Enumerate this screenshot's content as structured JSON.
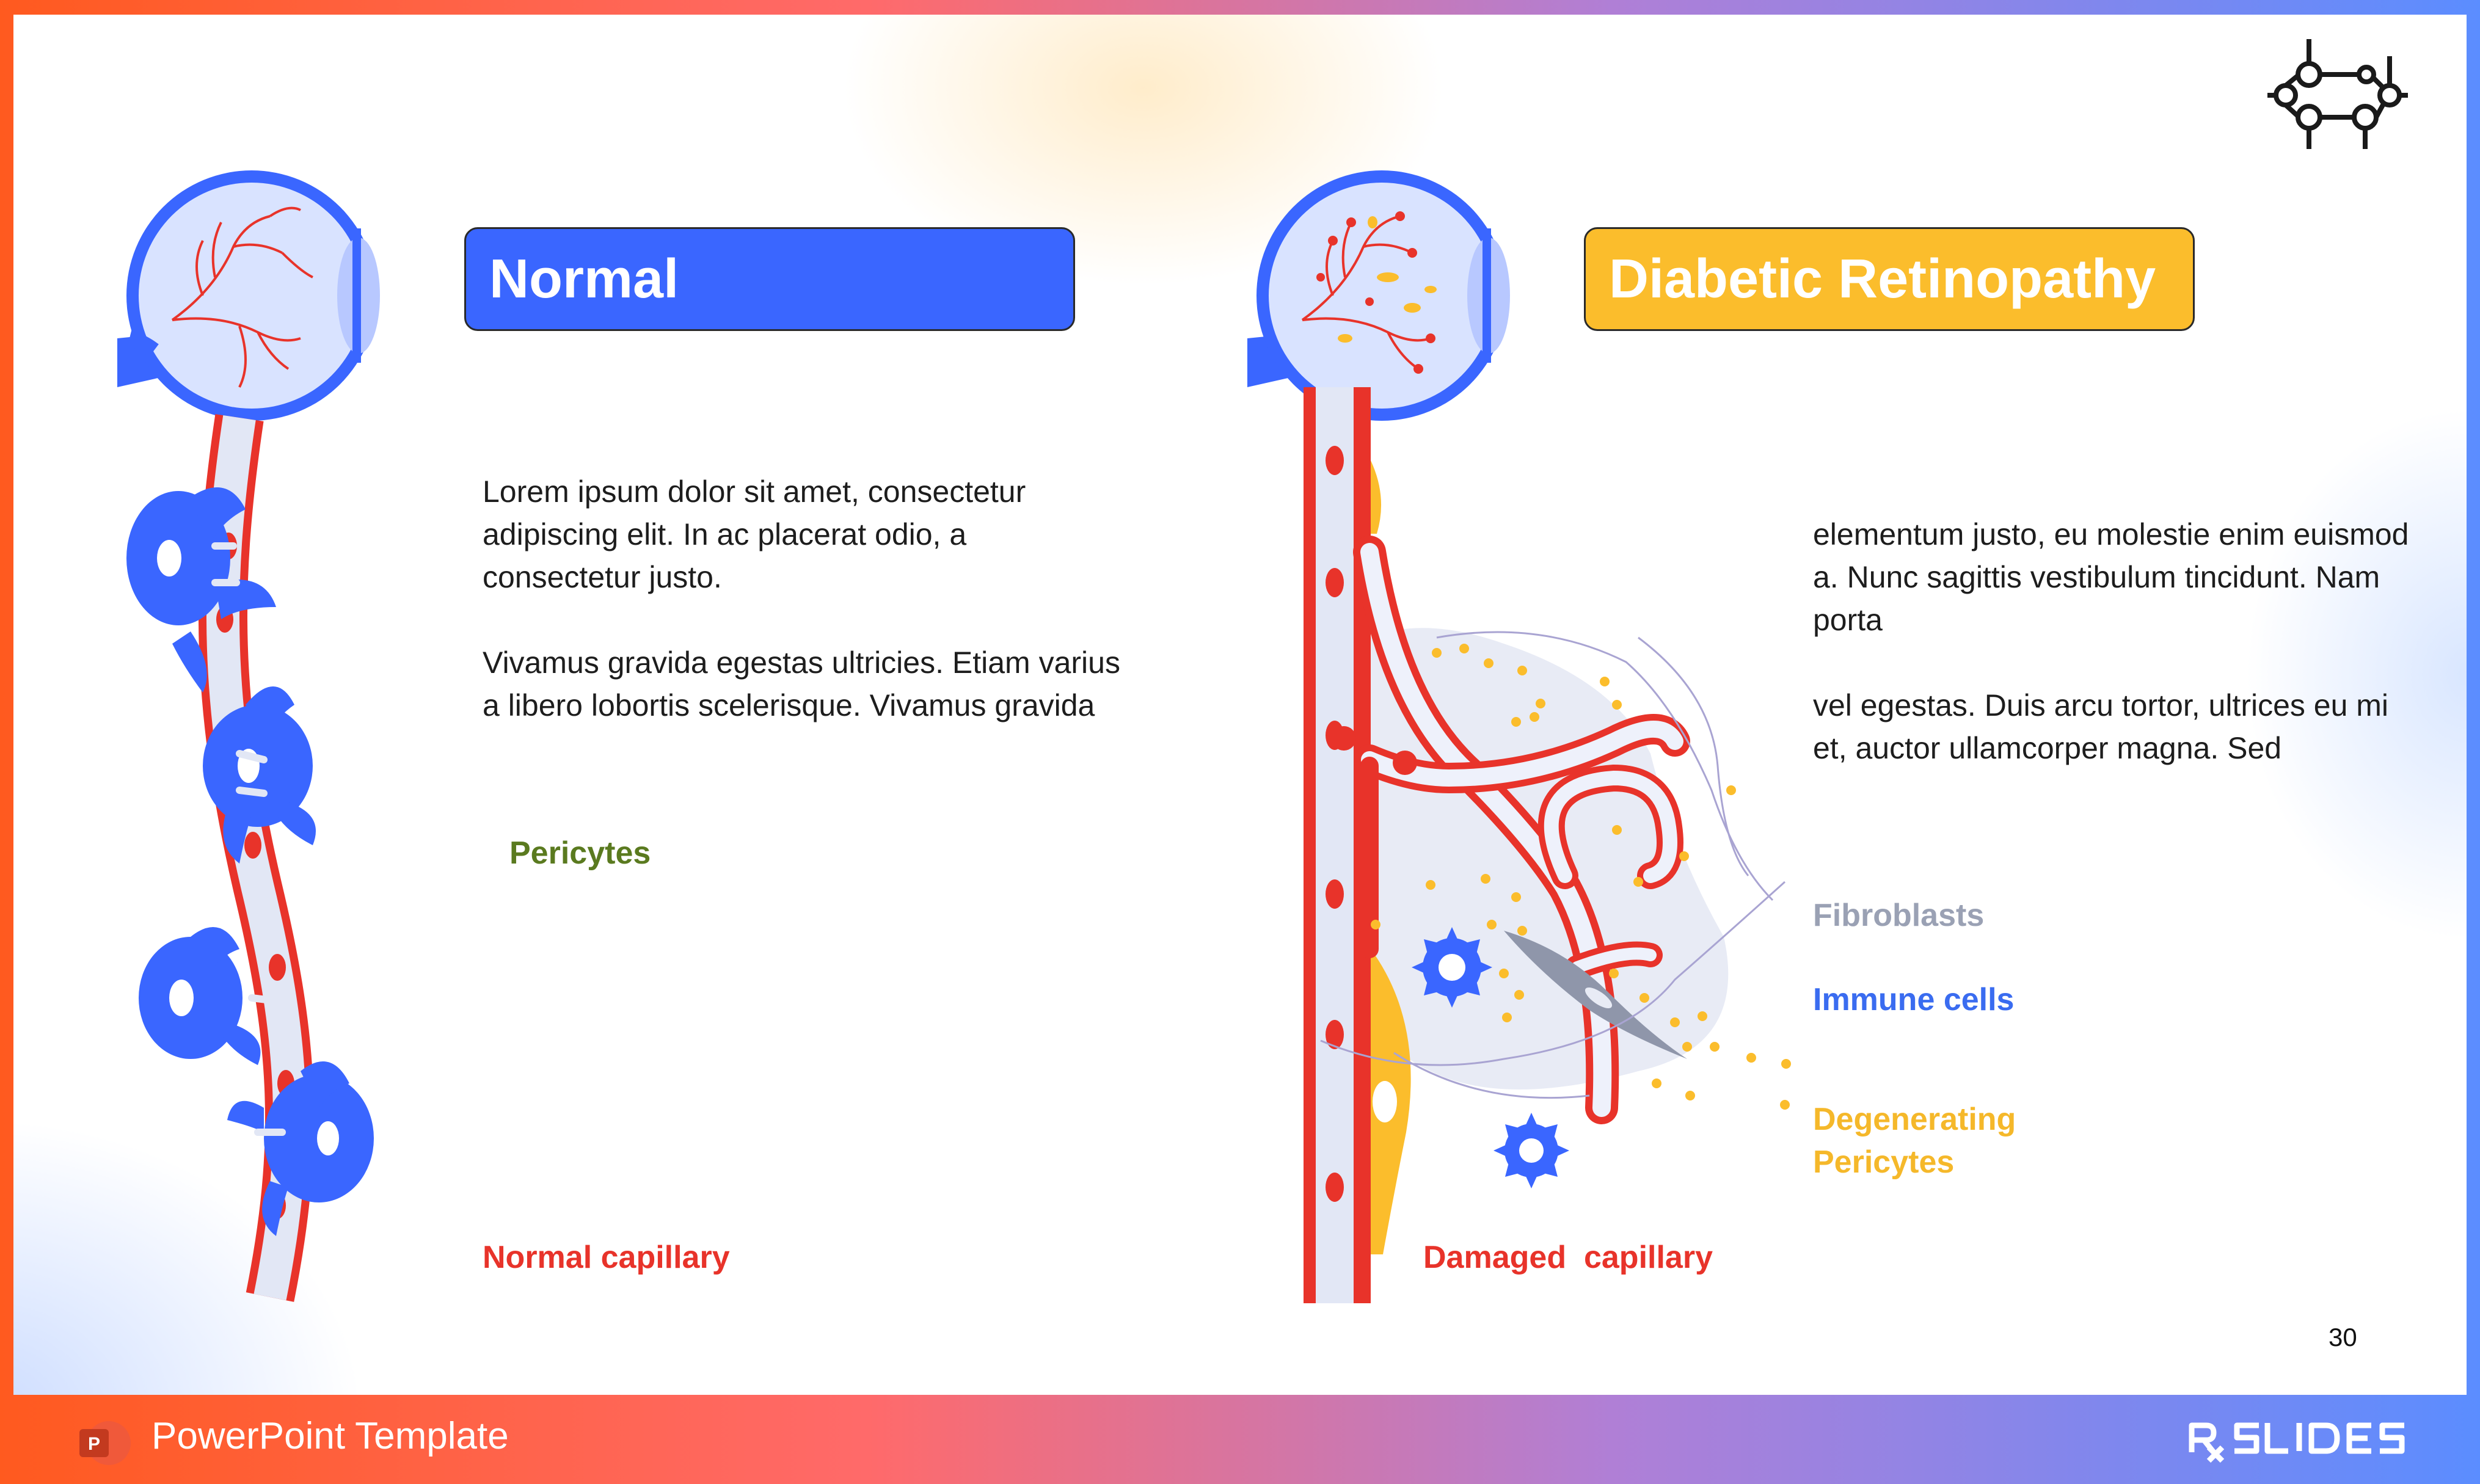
{
  "slide": {
    "page_number": "30",
    "left_panel": {
      "header": "Normal",
      "paragraph_1": "Lorem ipsum dolor sit amet, consectetur adipiscing elit. In ac placerat odio, a consectetur justo.",
      "paragraph_2": "Vivamus gravida egestas ultricies. Etiam varius a libero lobortis scelerisque. Vivamus gravida",
      "label_pericytes": "Pericytes",
      "label_capillary": "Normal capillary"
    },
    "right_panel": {
      "header": "Diabetic Retinopathy",
      "paragraph_1": "elementum justo, eu molestie enim euismod a. Nunc sagittis vestibulum tincidunt. Nam porta",
      "paragraph_2": "vel egestas. Duis arcu tortor, ultrices eu mi et, auctor ullamcorper magna. Sed",
      "label_fibroblasts": "Fibroblasts",
      "label_immune": "Immune cells",
      "label_degenerating_line1": "Degenerating",
      "label_degenerating_line2": "Pericytes",
      "label_capillary": "Damaged  capillary"
    },
    "icons": {
      "top_right": "molecule-network-icon",
      "footer_left": "powerpoint-icon",
      "footer_right": "rxslides-logo"
    }
  },
  "footer": {
    "title": "PowerPoint Template",
    "brand": "RXSLIDES"
  },
  "colors": {
    "blue": "#3a66ff",
    "yellow": "#fbbd2c",
    "red": "#e8332a",
    "green_label": "#5a7a1f",
    "grey_label": "#9aa1b4",
    "blue_label": "#3a6cf0",
    "orange_label": "#f5b82a"
  }
}
